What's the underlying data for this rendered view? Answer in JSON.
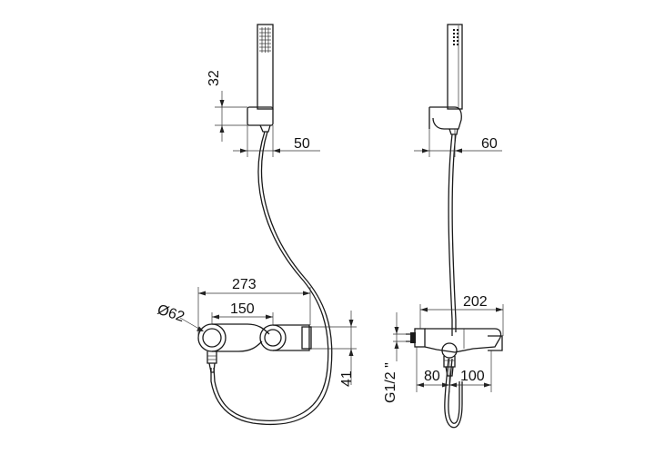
{
  "dimensions": {
    "front_view": {
      "holder_height": "32",
      "holder_depth": "50",
      "spout_length": "273",
      "valve_spacing": "150",
      "flange_diameter": "Ø62",
      "height": "41"
    },
    "side_view": {
      "holder_depth": "60",
      "total_depth": "202",
      "connection": "G1/2 \"",
      "wall_to_axis": "80",
      "axis_to_spout": "100"
    }
  }
}
